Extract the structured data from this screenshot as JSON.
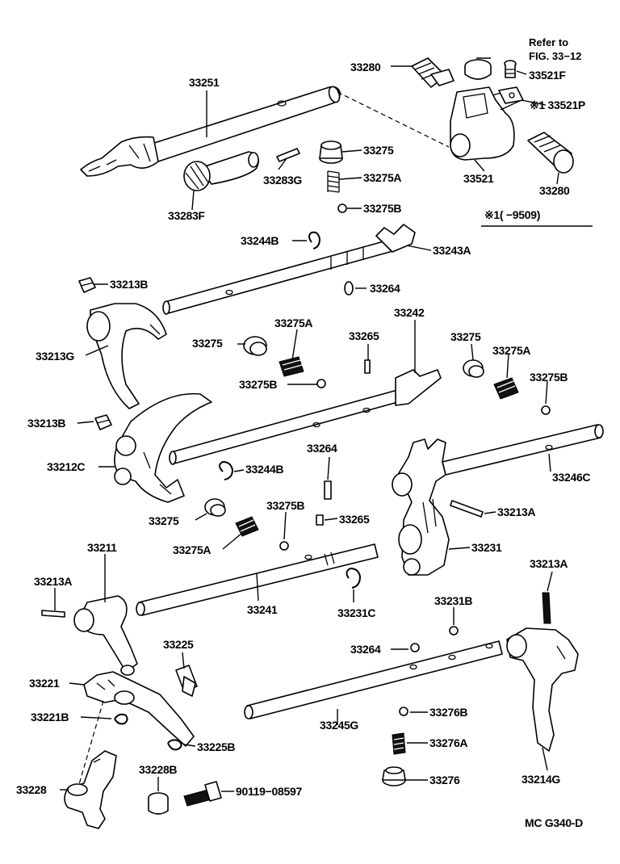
{
  "diagram": {
    "labels": {
      "l33251": "33251",
      "l33280a": "33280",
      "l33280b": "33280",
      "refer1": "Refer to",
      "refer2": "FIG. 33−12",
      "l33521F": "33521F",
      "l33521P": "※1 33521P",
      "l33275a": "33275",
      "l33275Aa": "33275A",
      "l33275Ba": "33275B",
      "l33283G": "33283G",
      "l33283F": "33283F",
      "l33521": "33521",
      "note": "※1(       −9509)",
      "l33244Ba": "33244B",
      "l33243A": "33243A",
      "l33213Ba": "33213B",
      "l33264a": "33264",
      "l33213G": "33213G",
      "l33275Ab": "33275A",
      "l33275b": "33275",
      "l33265a": "33265",
      "l33242": "33242",
      "l33275c": "33275",
      "l33275Ac": "33275A",
      "l33275Bb": "33275B",
      "l33275Bc": "33275B",
      "l33213Bb": "33213B",
      "l33264b": "33264",
      "l33212C": "33212C",
      "l33244Bb": "33244B",
      "l33246C": "33246C",
      "l33213Aa": "33213A",
      "l33275d": "33275",
      "l33275Bd": "33275B",
      "l33265b": "33265",
      "l33275Ad": "33275A",
      "l33231": "33231",
      "l33211": "33211",
      "l33213Ab": "33213A",
      "l33241": "33241",
      "l33231C": "33231C",
      "l33231B": "33231B",
      "l33213Ac": "33213A",
      "l33225": "33225",
      "l33264c": "33264",
      "l33221": "33221",
      "l33221B": "33221B",
      "l33245G": "33245G",
      "l33276B": "33276B",
      "l33225B": "33225B",
      "l33276A": "33276A",
      "l33214G": "33214G",
      "l33228": "33228",
      "l33228B": "33228B",
      "l90119": "90119−08597",
      "l33276": "33276",
      "code": "MC  G340-D"
    }
  }
}
